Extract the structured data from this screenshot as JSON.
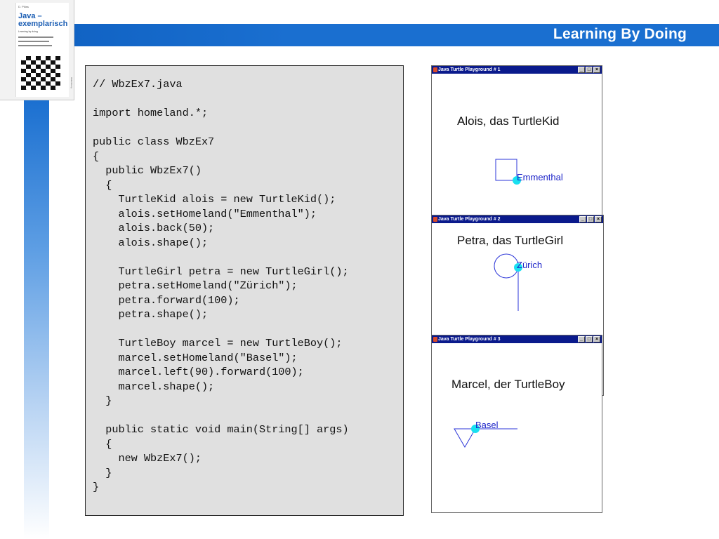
{
  "header": {
    "title": "Learning By Doing"
  },
  "book": {
    "author": "D. Plüss",
    "title_line1": "Java –",
    "title_line2": "exemplarisch",
    "subtitle": "Learning by doing",
    "spine_text": "Oldenbourg"
  },
  "code": {
    "lines": [
      "// WbzEx7.java",
      "",
      "import homeland.*;",
      "",
      "public class WbzEx7",
      "{",
      "  public WbzEx7()",
      "  {",
      "    TurtleKid alois = new TurtleKid();",
      "    alois.setHomeland(\"Emmenthal\");",
      "    alois.back(50);",
      "    alois.shape();",
      "",
      "    TurtleGirl petra = new TurtleGirl();",
      "    petra.setHomeland(\"Zürich\");",
      "    petra.forward(100);",
      "    petra.shape();",
      "",
      "    TurtleBoy marcel = new TurtleBoy();",
      "    marcel.setHomeland(\"Basel\");",
      "    marcel.left(90).forward(100);",
      "    marcel.shape();",
      "  }",
      "",
      "  public static void main(String[] args)",
      "  {",
      "    new WbzEx7();",
      "  }",
      "}"
    ]
  },
  "windows": [
    {
      "title": "Java Turtle Playground   # 1",
      "caption": "Alois, das TurtleKid",
      "homeland": "Emmenthal",
      "buttons": {
        "minimize": "_",
        "maximize": "□",
        "close": "×"
      }
    },
    {
      "title": "Java Turtle Playground   # 2",
      "caption": "Petra, das TurtleGirl",
      "homeland": "Zürich",
      "buttons": {
        "minimize": "_",
        "maximize": "□",
        "close": "×"
      }
    },
    {
      "title": "Java Turtle Playground   # 3",
      "caption": "Marcel, der TurtleBoy",
      "homeland": "Basel",
      "buttons": {
        "minimize": "_",
        "maximize": "□",
        "close": "×"
      }
    }
  ],
  "colors": {
    "header": "#1a6fd0",
    "turtle": "#19e0f0",
    "trail": "#2b35d8",
    "titlebar": "#0a1a8c"
  }
}
